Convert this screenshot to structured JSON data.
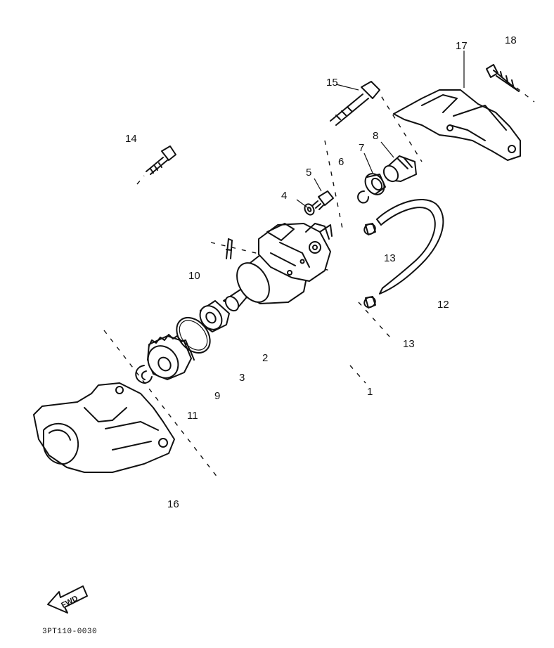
{
  "callouts": {
    "c1": "1",
    "c2": "2",
    "c3": "3",
    "c4": "4",
    "c5": "5",
    "c6": "6",
    "c7": "7",
    "c8": "8",
    "c9": "9",
    "c10": "10",
    "c11": "11",
    "c12": "12",
    "c13a": "13",
    "c13b": "13",
    "c14": "14",
    "c15": "15",
    "c16": "16",
    "c17": "17",
    "c18": "18"
  },
  "direction_badge": "FWD",
  "reference_code": "3PT110-0030"
}
